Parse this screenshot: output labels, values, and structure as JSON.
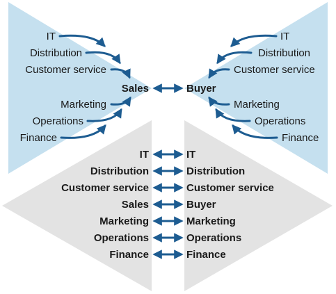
{
  "colors": {
    "top_triangles": "#c5e0ef",
    "bottom_shapes": "#e3e3e3",
    "arrow": "#1d5c91",
    "text": "#1a1a1a"
  },
  "top": {
    "left_center": "Sales",
    "right_center": "Buyer",
    "left_labels": [
      "IT",
      "Distribution",
      "Customer service",
      "Marketing",
      "Operations",
      "Finance"
    ],
    "right_labels": [
      "IT",
      "Distribution",
      "Customer service",
      "Marketing",
      "Operations",
      "Finance"
    ]
  },
  "bottom": {
    "left_labels": [
      "IT",
      "Distribution",
      "Customer service",
      "Sales",
      "Marketing",
      "Operations",
      "Finance"
    ],
    "right_labels": [
      "IT",
      "Distribution",
      "Customer service",
      "Buyer",
      "Marketing",
      "Operations",
      "Finance"
    ]
  }
}
